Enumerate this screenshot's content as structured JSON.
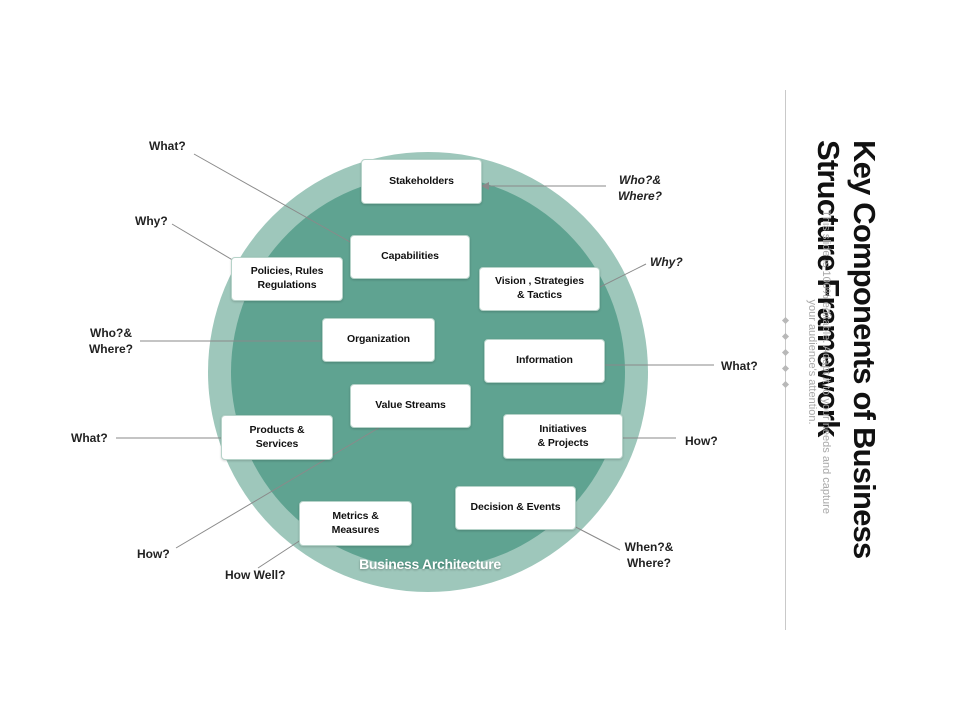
{
  "title": "Key Components of Business\nStructure Framework",
  "subtitle": "This slide is 100% editable. Adapt it to your needs and capture\nyour audience's attention.",
  "circle_label": "Business Architecture",
  "colors": {
    "outer_ring": "#9ec7bb",
    "inner_circle": "#5fa391",
    "box_border": "#b6d3c9",
    "arrow": "#8a8a8a"
  },
  "components": {
    "stakeholders": "Stakeholders",
    "capabilities": "Capabilities",
    "policies": "Policies, Rules\nRegulations",
    "vision": "Vision , Strategies\n& Tactics",
    "organization": "Organization",
    "information": "Information",
    "value_streams": "Value Streams",
    "products": "Products &\nServices",
    "initiatives": "Initiatives\n& Projects",
    "decision": "Decision & Events",
    "metrics": "Metrics &\nMeasures"
  },
  "questions": {
    "what_top": "What?",
    "who_where_top": "Who?&\nWhere?",
    "why_left": "Why?",
    "why_right": "Why?",
    "who_where_left": "Who?&\nWhere?",
    "what_right": "What?",
    "what_left": "What?",
    "how_right": "How?",
    "how_left": "How?",
    "when_where": "When?&\nWhere?",
    "how_well": "How Well?"
  },
  "decor_dots": 5
}
